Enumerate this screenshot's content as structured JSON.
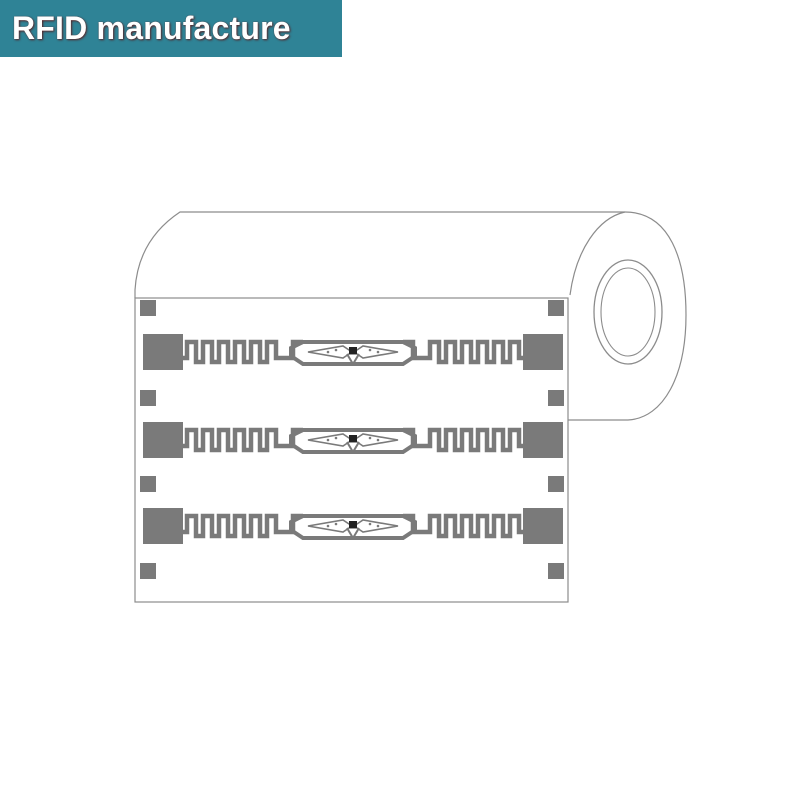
{
  "banner": {
    "title": "RFID manufacture",
    "background_color": "#2f8396",
    "text_color": "#ffffff"
  },
  "diagram": {
    "subject": "roll of RFID inlay labels",
    "inlay_count": 3,
    "antenna_color": "#7a7a7a",
    "outline_color": "#8c8c8c"
  }
}
